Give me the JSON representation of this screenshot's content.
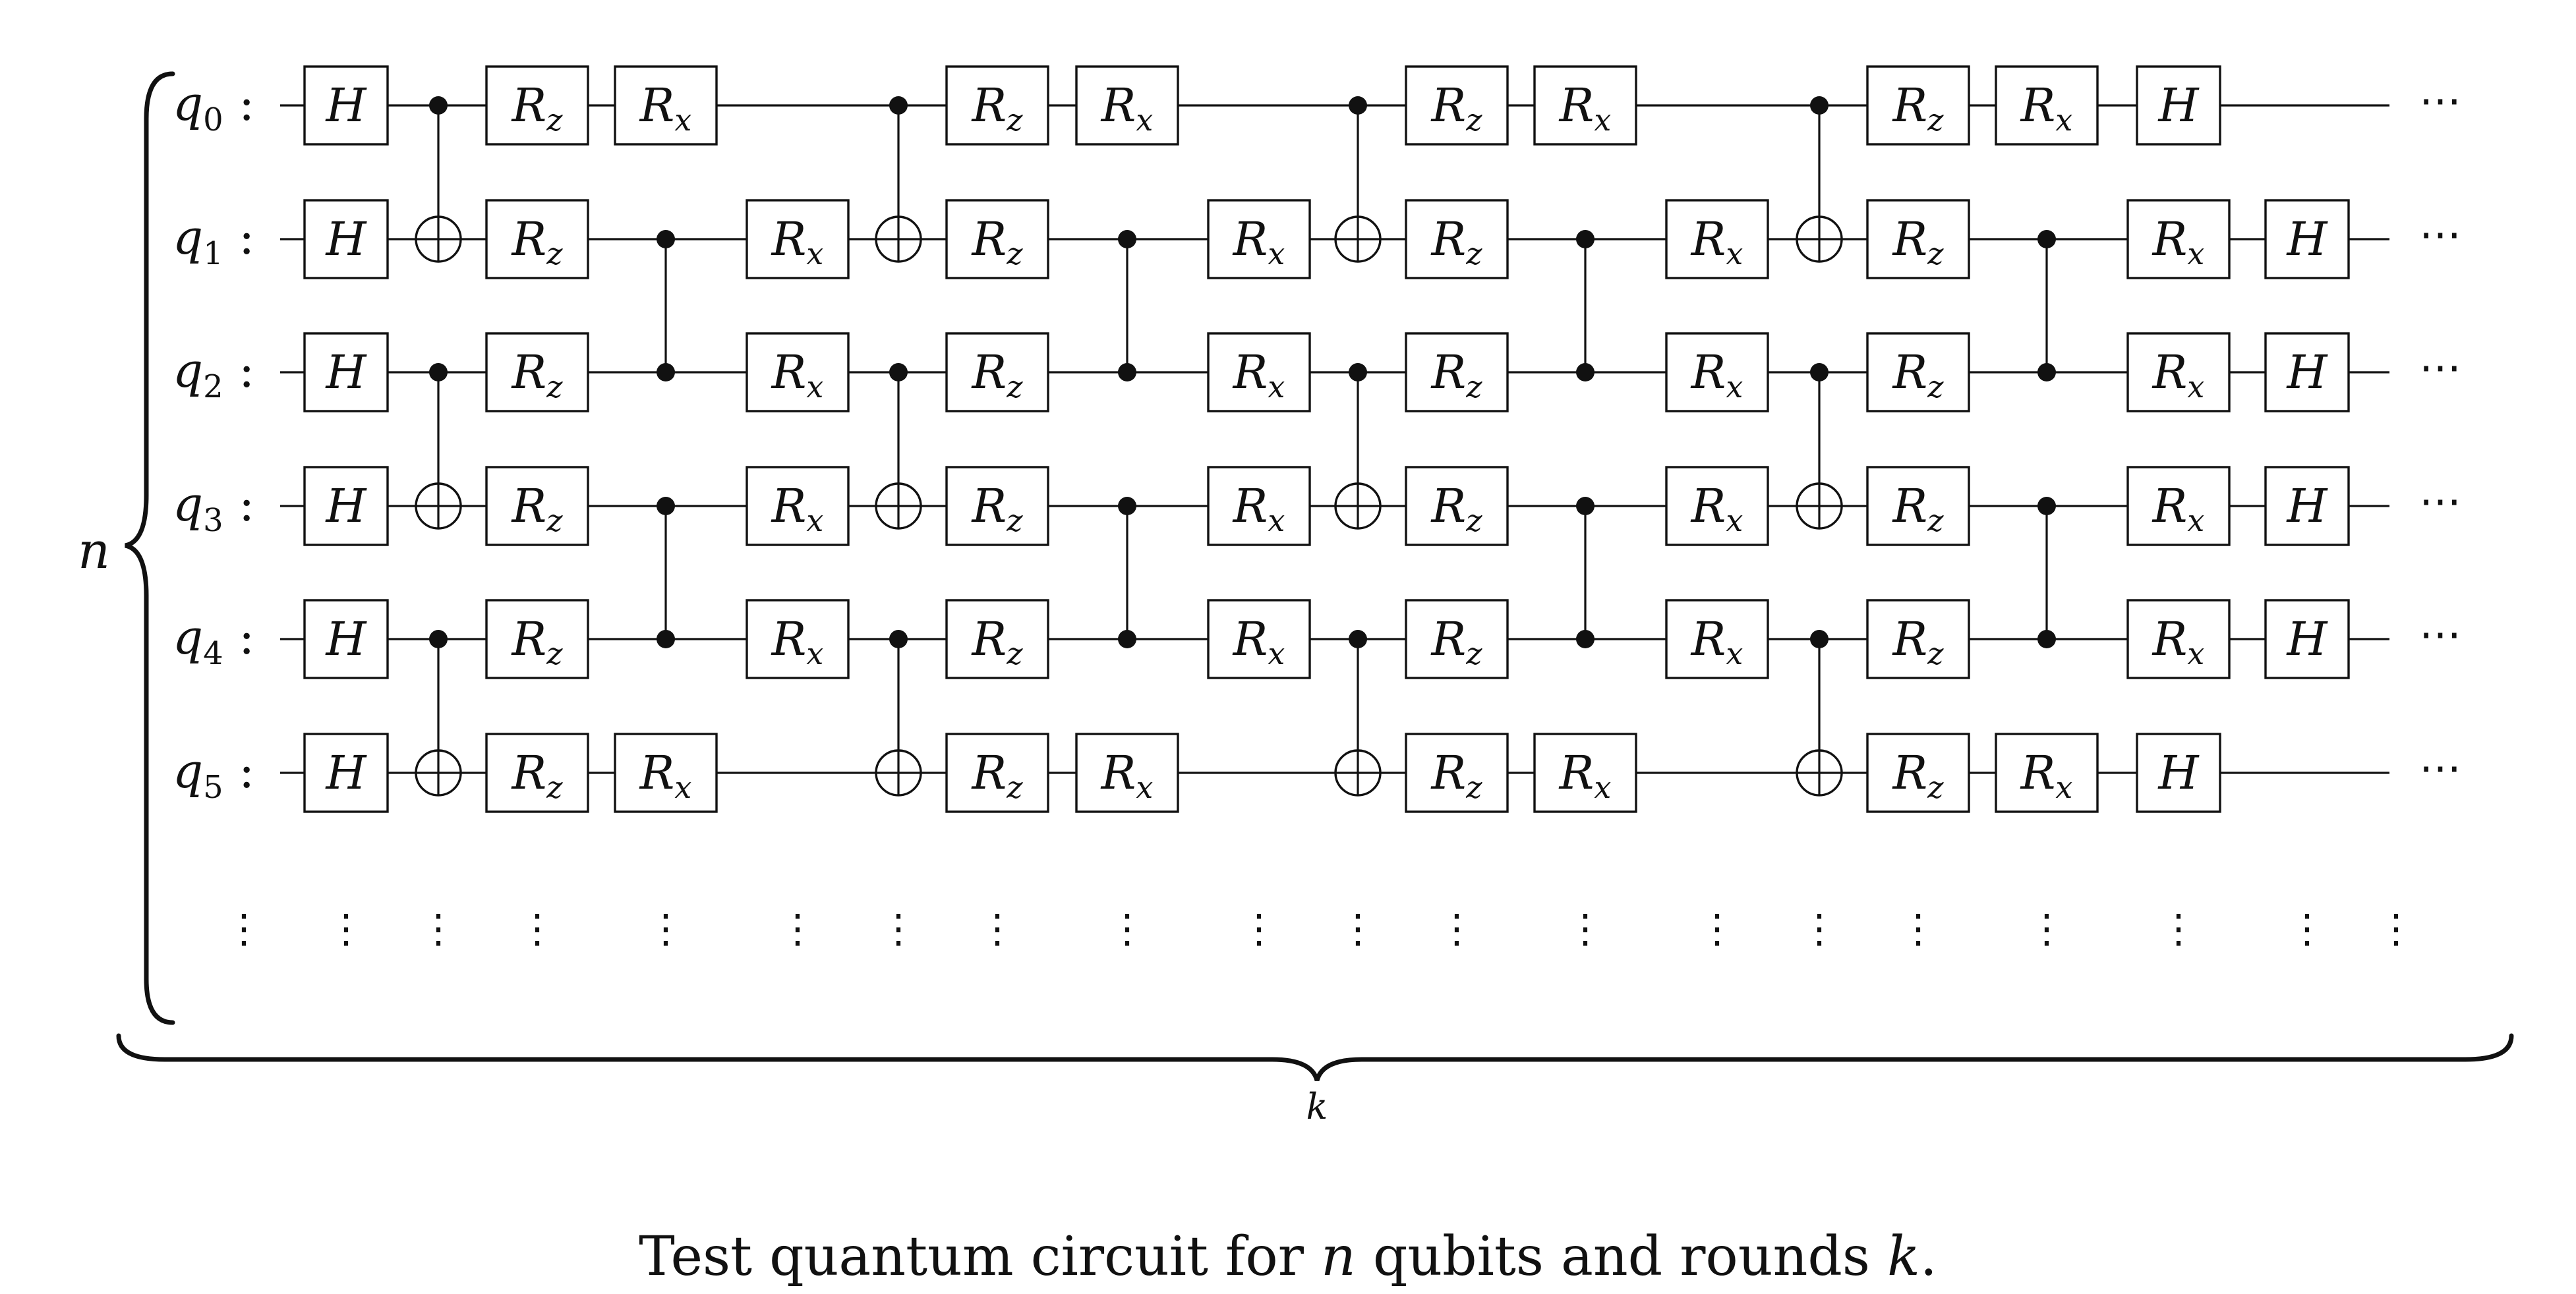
{
  "qubits": [
    {
      "symbol": "q",
      "index": "0"
    },
    {
      "symbol": "q",
      "index": "1"
    },
    {
      "symbol": "q",
      "index": "2"
    },
    {
      "symbol": "q",
      "index": "3"
    },
    {
      "symbol": "q",
      "index": "4"
    },
    {
      "symbol": "q",
      "index": "5"
    }
  ],
  "label_separator": ":",
  "continuation": "⋯",
  "vertical_continuation": "⋮",
  "brace_n_label": "n",
  "brace_k_label": "k",
  "initial_layer": {
    "gate": "H",
    "all_qubits": true
  },
  "rounds": 4,
  "round_template": [
    {
      "type": "cnot",
      "pairs": [
        [
          0,
          1
        ],
        [
          2,
          3
        ],
        [
          4,
          5
        ]
      ]
    },
    {
      "type": "rz",
      "qubits": [
        0,
        1,
        2,
        3,
        4,
        5
      ]
    },
    {
      "type": "rx",
      "qubits": [
        0,
        5
      ]
    },
    {
      "type": "cz",
      "pairs": [
        [
          1,
          2
        ],
        [
          3,
          4
        ]
      ]
    },
    {
      "type": "rx",
      "qubits": [
        1,
        2,
        3,
        4
      ]
    }
  ],
  "final_layer": {
    "gate": "H",
    "all_qubits": true
  },
  "gate_labels": {
    "H": {
      "main": "H",
      "sub": ""
    },
    "Rz": {
      "main": "R",
      "sub": "z"
    },
    "Rx": {
      "main": "R",
      "sub": "x"
    }
  },
  "caption": {
    "parts": [
      {
        "text": "Test quantum circuit for ",
        "italic": false
      },
      {
        "text": "n",
        "italic": true
      },
      {
        "text": " qubits and rounds ",
        "italic": false
      },
      {
        "text": "k",
        "italic": true
      },
      {
        "text": ".",
        "italic": false
      }
    ]
  }
}
